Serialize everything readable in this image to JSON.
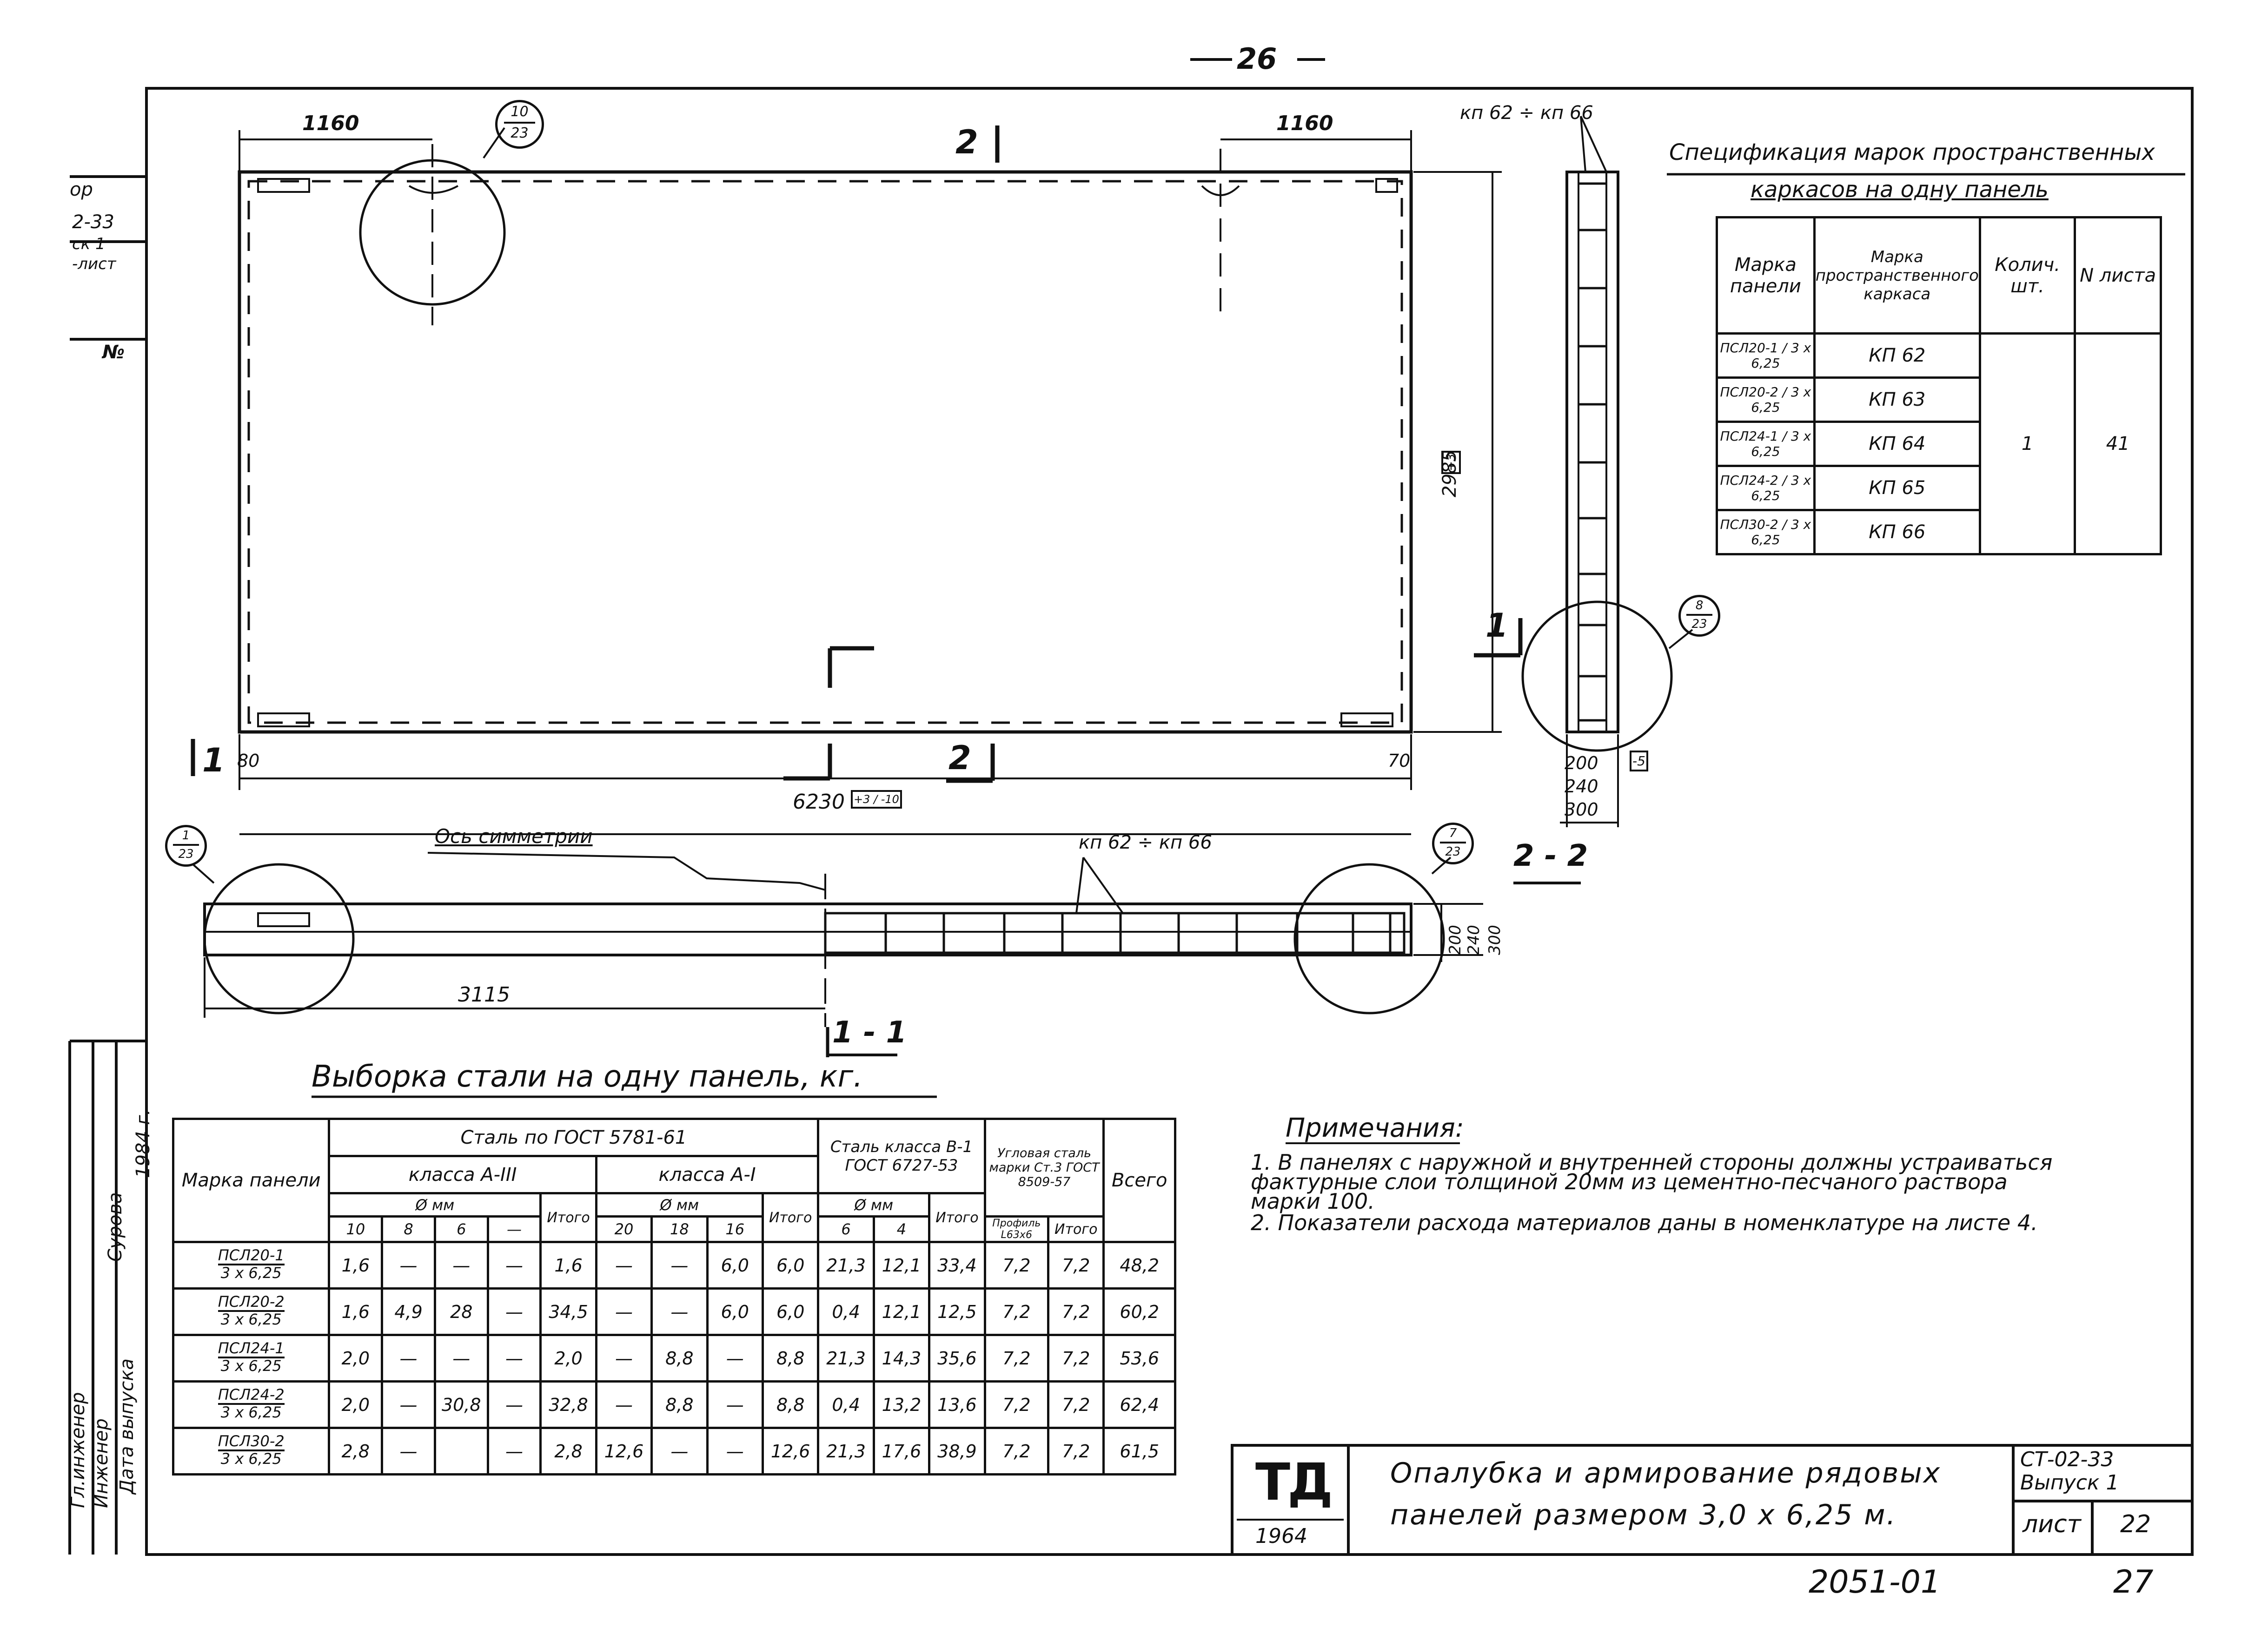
{
  "page_number": "26",
  "secondary_number": "27",
  "archive_code": "2051-01",
  "margin_fragments": {
    "f1": "ор",
    "f2": "2-33",
    "f3": "ск 1",
    "f4": "-лист",
    "f5": "№",
    "roles": [
      "Гл.инженер",
      "Инженер",
      "Дата выпуска"
    ],
    "names": [
      "Сурова",
      "1984 г."
    ]
  },
  "plan_view": {
    "dim_left": "1160",
    "dim_right": "1160",
    "dim_width": "6230",
    "dim_width_tol": "+3 / -10",
    "dim_height": "2985",
    "dim_height_tol": "+3",
    "dim_edge_left": "80",
    "dim_edge_right": "70",
    "section_1": "1",
    "section_2": "2",
    "callout_main": {
      "num": "10",
      "sheet": "23"
    }
  },
  "section_1_1": {
    "title": "1 - 1",
    "axis_label": "Ось симметрии",
    "frame_label": "кп 62 ÷ кп 66",
    "dim_half": "3115",
    "dims_right": [
      "200",
      "240",
      "300"
    ],
    "callout_left": {
      "num": "1",
      "sheet": "23"
    },
    "callout_right": {
      "num": "7",
      "sheet": "23"
    }
  },
  "section_2_2": {
    "title": "2 - 2",
    "top_label": "кп 62 ÷ кп 66",
    "dims": [
      "200",
      "240",
      "300"
    ],
    "tol": "-5",
    "callout": {
      "num": "8",
      "sheet": "23"
    }
  },
  "spec_table": {
    "title_line1": "Спецификация марок пространственных",
    "title_line2": "каркасов на одну панель",
    "headers": [
      "Марка панели",
      "Марка пространственного каркаса",
      "Колич. шт.",
      "N листа"
    ],
    "rows": [
      {
        "panel": "ПСЛ20-1 / 3 x 6,25",
        "frame": "КП 62"
      },
      {
        "panel": "ПСЛ20-2 / 3 x 6,25",
        "frame": "КП 63"
      },
      {
        "panel": "ПСЛ24-1 / 3 x 6,25",
        "frame": "КП 64"
      },
      {
        "panel": "ПСЛ24-2 / 3 x 6,25",
        "frame": "КП 65"
      },
      {
        "panel": "ПСЛ30-2 / 3 x 6,25",
        "frame": "КП 66"
      }
    ],
    "qty": "1",
    "sheet": "41"
  },
  "steel_table": {
    "title": "Выборка стали на одну панель, кг.",
    "h_mark": "Марка панели",
    "h_gost1": "Сталь по ГОСТ 5781-61",
    "h_class3": "класса А-III",
    "h_class1": "класса А-I",
    "h_diam": "Ø мм",
    "h_total": "Итого",
    "h_gost2": "Сталь класса В-1 ГОСТ 6727-53",
    "h_angle": "Угловая сталь марки Ст.3 ГОСТ 8509-57",
    "h_profile": "Профиль L63x6",
    "h_all": "Всего",
    "diam_a3": [
      "10",
      "8",
      "6",
      "—"
    ],
    "diam_a1": [
      "20",
      "18",
      "16"
    ],
    "diam_b1": [
      "6",
      "4"
    ],
    "rows": [
      {
        "mark": "ПСЛ20-1",
        "size": "3 x 6,25",
        "v": [
          "1,6",
          "—",
          "—",
          "—",
          "1,6",
          "—",
          "—",
          "6,0",
          "6,0",
          "21,3",
          "12,1",
          "33,4",
          "7,2",
          "7,2",
          "48,2"
        ]
      },
      {
        "mark": "ПСЛ20-2",
        "size": "3 x 6,25",
        "v": [
          "1,6",
          "4,9",
          "28",
          "—",
          "34,5",
          "—",
          "—",
          "6,0",
          "6,0",
          "0,4",
          "12,1",
          "12,5",
          "7,2",
          "7,2",
          "60,2"
        ]
      },
      {
        "mark": "ПСЛ24-1",
        "size": "3 x 6,25",
        "v": [
          "2,0",
          "—",
          "—",
          "—",
          "2,0",
          "—",
          "8,8",
          "—",
          "8,8",
          "21,3",
          "14,3",
          "35,6",
          "7,2",
          "7,2",
          "53,6"
        ]
      },
      {
        "mark": "ПСЛ24-2",
        "size": "3 x 6,25",
        "v": [
          "2,0",
          "—",
          "30,8",
          "—",
          "32,8",
          "—",
          "8,8",
          "—",
          "8,8",
          "0,4",
          "13,2",
          "13,6",
          "7,2",
          "7,2",
          "62,4"
        ]
      },
      {
        "mark": "ПСЛ30-2",
        "size": "3 x 6,25",
        "v": [
          "2,8",
          "—",
          "",
          "—",
          "2,8",
          "12,6",
          "—",
          "—",
          "12,6",
          "21,3",
          "17,6",
          "38,9",
          "7,2",
          "7,2",
          "61,5"
        ]
      }
    ]
  },
  "notes": {
    "title": "Примечания:",
    "items": [
      "1. В панелях с наружной и внутренней стороны должны устраиваться фактурные слои толщиной 20мм из цементно-песчаного раствора марки 100.",
      "2. Показатели расхода материалов даны в номенклатуре на листе 4."
    ]
  },
  "title_block": {
    "logo": "ТД",
    "year": "1964",
    "title_line1": "Опалубка и армирование рядовых",
    "title_line2": "панелей размером 3,0 х 6,25 м.",
    "series": "СТ-02-33",
    "issue": "Выпуск 1",
    "sheet_label": "лист",
    "sheet_number": "22"
  }
}
